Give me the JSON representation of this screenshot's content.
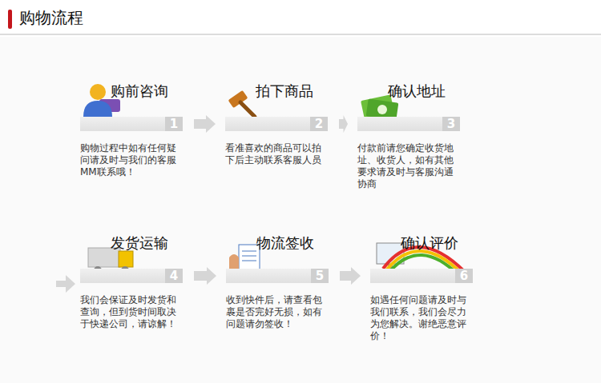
{
  "diagram": {
    "title": "购物流程",
    "nodes": [
      {
        "text": [
          "购前咨询",
          "1",
          "购物过程中如有任何疑问请及时与我们的客服MM联系哦！"
        ]
      },
      {
        "text": [
          "拍下商品",
          "2",
          "看准喜欢的商品可以拍下后主动联系客服人员"
        ]
      },
      {
        "text": [
          "确认地址",
          "3",
          "付款前请您确定收货地址、收货人，如有其他要求请及时与客服沟通协商"
        ]
      },
      {
        "text": [
          "发货运输",
          "4",
          "我们会保证及时发货和查询，但到货时间取决于快递公司，请谅解！"
        ]
      },
      {
        "text": [
          "物流签收",
          "5",
          "收到快件后，请查看包裹是否完好无损，如有问题请勿签收！"
        ]
      },
      {
        "text": [
          "确认评价",
          "6",
          "如遇任何问题请及时与我们联系，我们会尽力为您解决。谢绝恶意评价！"
        ]
      }
    ],
    "edges": [
      {
        "from": 0,
        "to": 1,
        "arrow": "to"
      },
      {
        "from": 1,
        "to": 2,
        "arrow": "to"
      },
      {
        "from": 3,
        "to": 4,
        "arrow": "to"
      },
      {
        "from": 4,
        "to": 5,
        "arrow": "to"
      }
    ]
  }
}
